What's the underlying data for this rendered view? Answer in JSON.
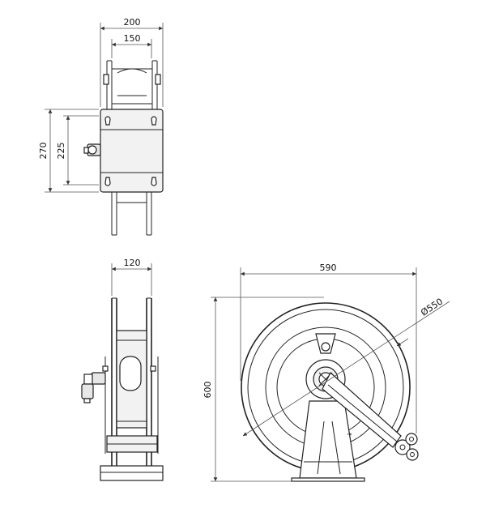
{
  "dimensions": {
    "top_width_outer": "200",
    "top_width_inner": "150",
    "top_height_outer": "270",
    "top_height_inner": "225",
    "side_width": "120",
    "front_width": "590",
    "front_height": "600",
    "front_diameter": "Ø550"
  }
}
